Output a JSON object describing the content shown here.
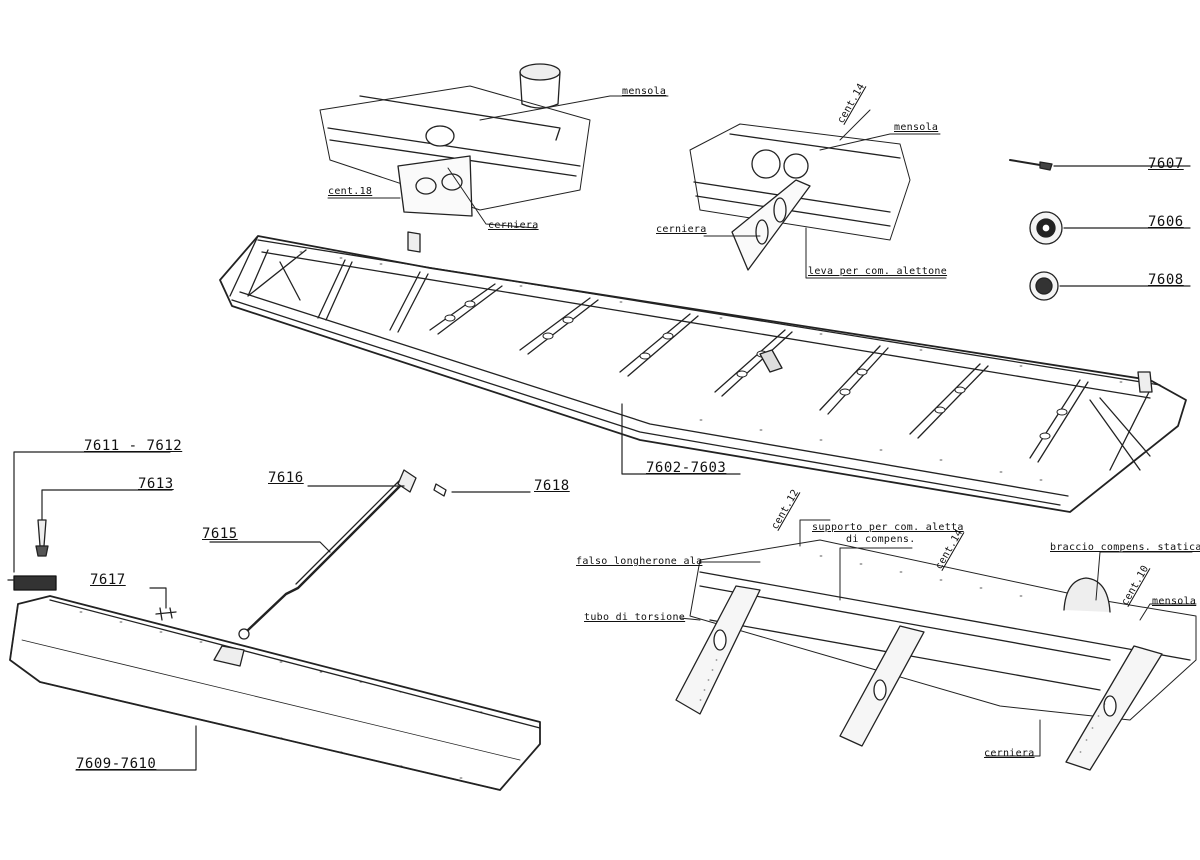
{
  "part_numbers": {
    "p7607": "7607",
    "p7606": "7606",
    "p7608": "7608",
    "p7602_7603": "7602-7603",
    "p7611_7612": "7611 - 7612",
    "p7613": "7613",
    "p7616": "7616",
    "p7618": "7618",
    "p7615": "7615",
    "p7617": "7617",
    "p7609_7610": "7609-7610"
  },
  "detail_top_left": {
    "mensola": "mensola",
    "cent18": "cent.18",
    "cerniera": "cerniera"
  },
  "detail_top_middle": {
    "cent14": "cent.14",
    "mensola": "mensola",
    "cerniera": "cerniera",
    "leva": "leva per com. alettone"
  },
  "detail_bottom_right": {
    "cent12": "cent.12",
    "supporto_1": "supporto per com. aletta",
    "supporto_2": "di compens.",
    "cent14": "cent.14",
    "braccio": "braccio compens. statica",
    "falso_longherone": "falso longherone ala",
    "cent10": "cent.10",
    "mensola": "mensola",
    "tubo": "tubo di torsione",
    "cerniera": "cerniera"
  }
}
